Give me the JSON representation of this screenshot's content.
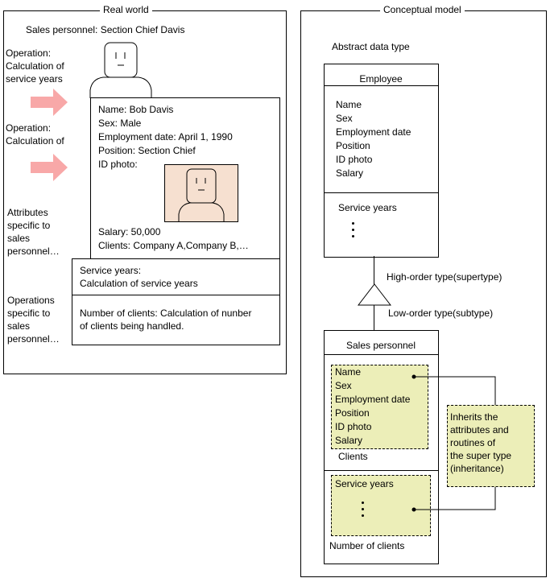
{
  "real_world": {
    "title": "Real world",
    "person_caption": "Sales personnel: Section Chief Davis",
    "operation_1": [
      "Operation:",
      "Calculation of",
      "service years"
    ],
    "operation_2": [
      "Operation:",
      "Calculation of"
    ],
    "attributes_label": [
      "Attributes",
      "specific to",
      "sales",
      "personnel…"
    ],
    "operations_label": [
      "Operations",
      "specific to",
      "sales",
      "personnel…"
    ],
    "card": {
      "name": "Name: Bob Davis",
      "sex": "Sex: Male",
      "employment_date": "Employment date: April 1, 1990",
      "position": "Position: Section Chief",
      "id_photo": "ID photo:",
      "salary": "Salary: 50,000",
      "clients": "Clients: Company A,Company B,…"
    },
    "service_box": [
      "Service years:",
      "Calculation of service years"
    ],
    "clients_box": [
      "Number of clients: Calculation of nunber",
      "of clients being handled."
    ]
  },
  "conceptual": {
    "title": "Conceptual model",
    "adt_label": "Abstract data type",
    "employee": {
      "title": "Employee",
      "attributes": [
        "Name",
        "Sex",
        "Employment date",
        "Position",
        "ID photo",
        "Salary"
      ],
      "routine": "Service years"
    },
    "supertype_label": "High-order type(supertype)",
    "subtype_label": "Low-order type(subtype)",
    "sales": {
      "title": "Sales personnel",
      "inherited_attributes": [
        "Name",
        "Sex",
        "Employment date",
        "Position",
        "ID photo",
        "Salary"
      ],
      "own_attribute": "Clients",
      "inherited_routine": "Service years",
      "own_routine": "Number of clients"
    },
    "inherit_note": [
      "Inherits the",
      "attributes and",
      "routines of",
      "the super type",
      "(inheritance)"
    ]
  },
  "colors": {
    "arrow": "#f8a8a8",
    "photo_bg": "#f6e0d0",
    "inherit_fill": "#eceeb8"
  }
}
